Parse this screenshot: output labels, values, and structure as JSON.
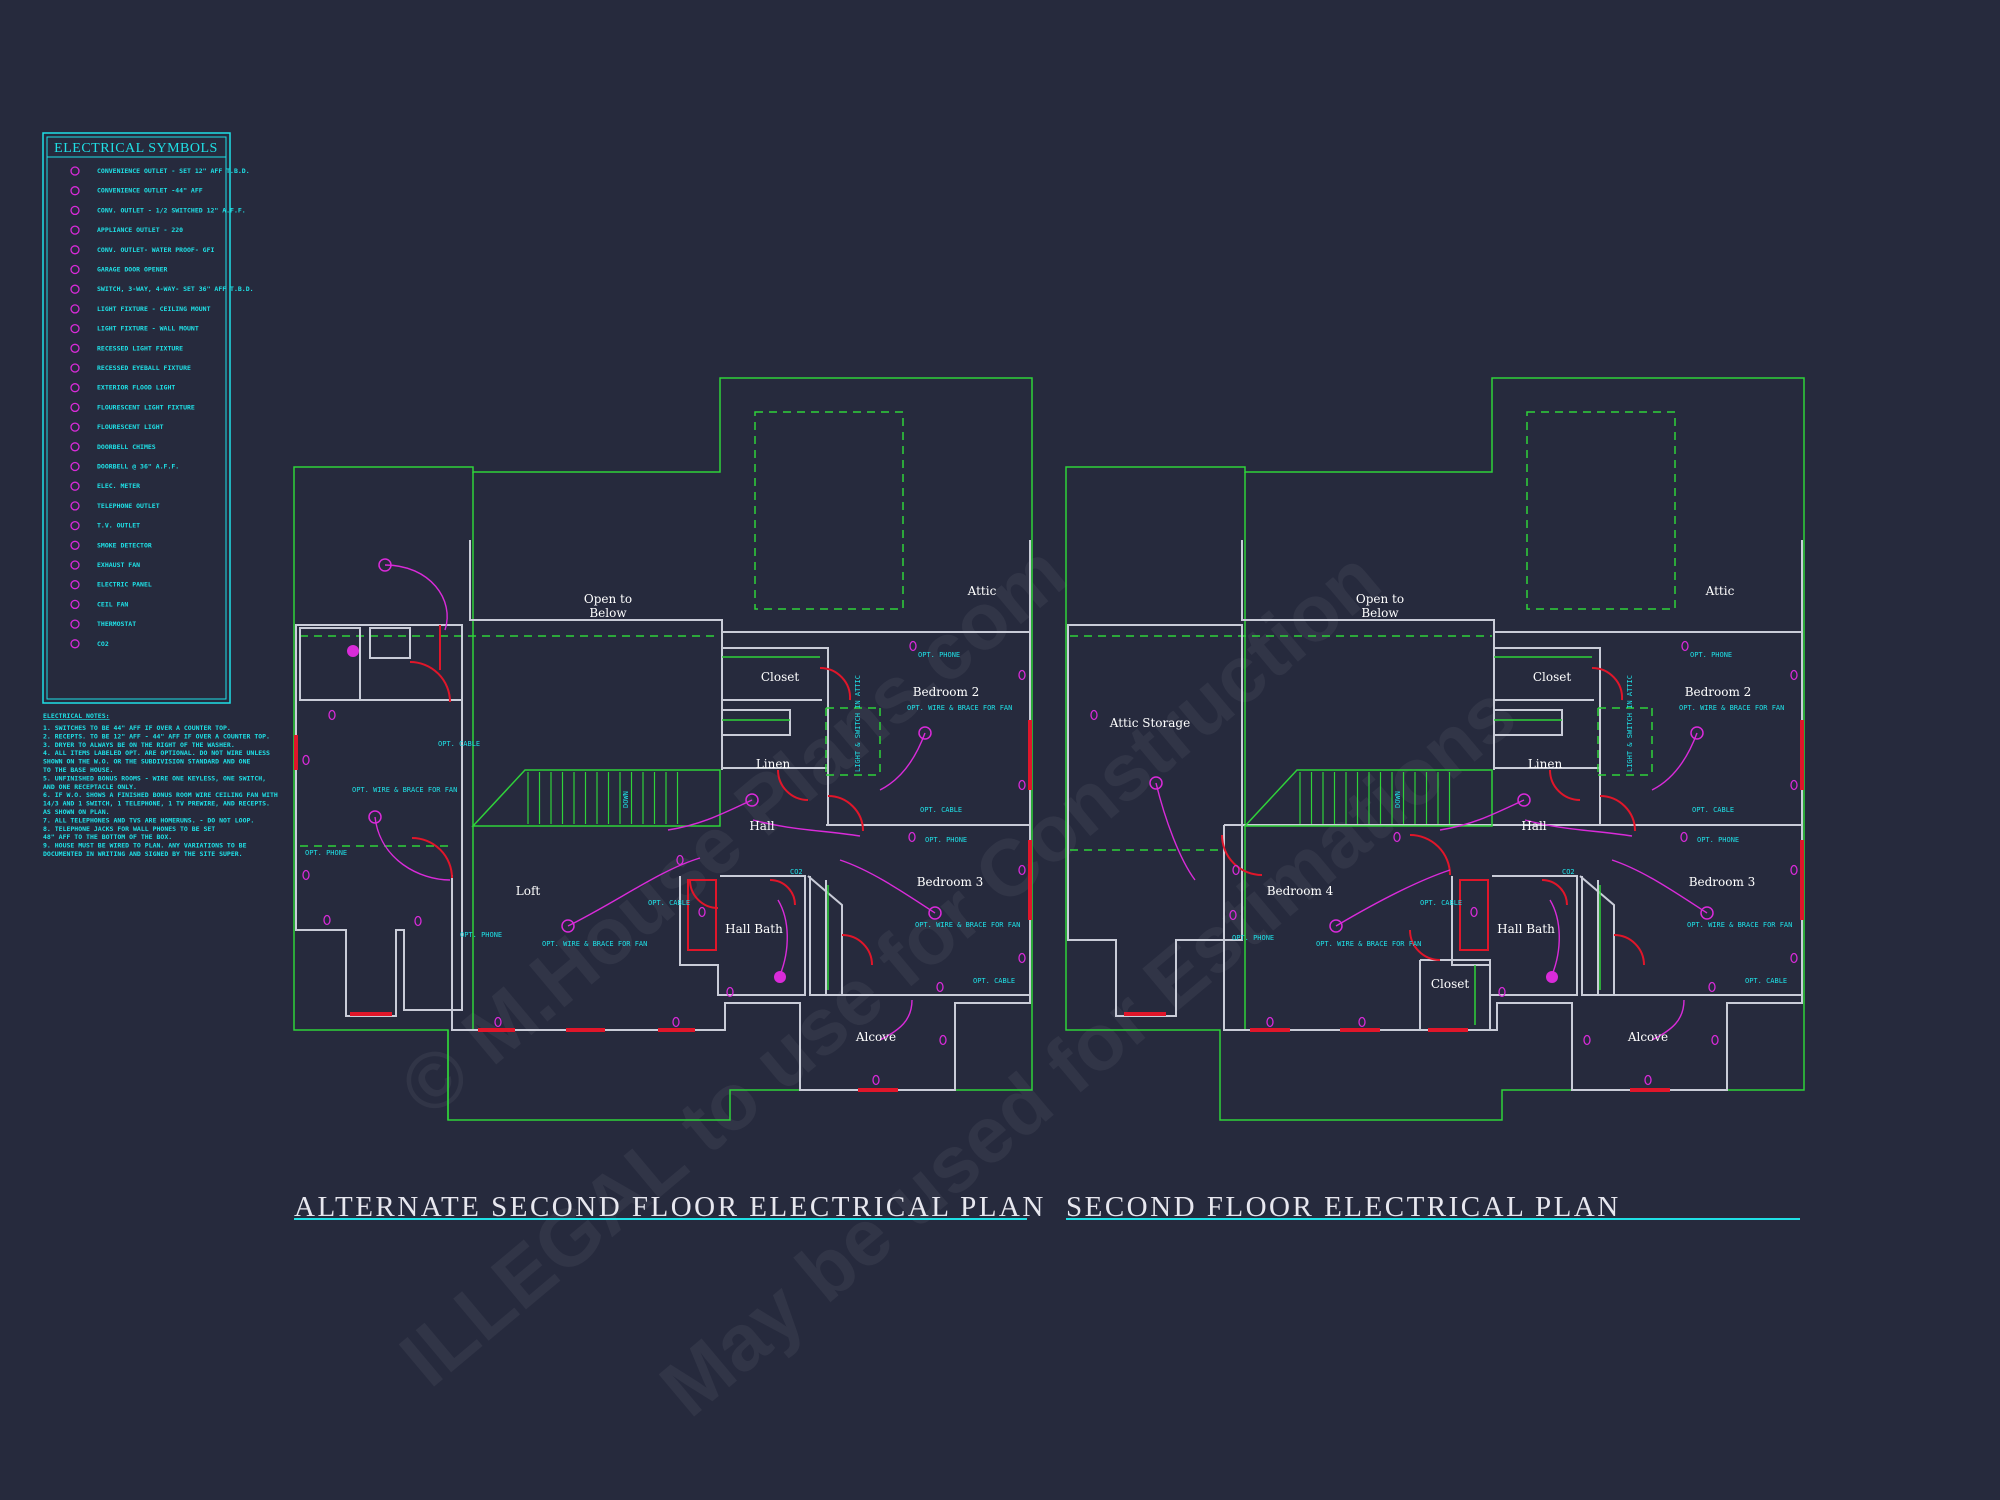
{
  "colors": {
    "background": "#262a3d",
    "cyan": "#1fe0e6",
    "green": "#2fd23a",
    "magenta": "#d92bd9",
    "red": "#e0162a",
    "wall": "#c9ccd8"
  },
  "legend": {
    "title": "ELECTRICAL SYMBOLS",
    "items": [
      "CONVENIENCE OUTLET - SET 12\" AFF T.B.D.",
      "CONVENIENCE OUTLET -44\" AFF",
      "CONV. OUTLET - 1/2 SWITCHED 12\" A.F.F.",
      "APPLIANCE OUTLET - 220",
      "CONV. OUTLET- WATER PROOF- GFI",
      "GARAGE DOOR OPENER",
      "SWITCH, 3-WAY, 4-WAY- SET 36\" AFF T.B.D.",
      "LIGHT FIXTURE - CEILING MOUNT",
      "LIGHT FIXTURE - WALL MOUNT",
      "RECESSED LIGHT FIXTURE",
      "RECESSED EYEBALL FIXTURE",
      "EXTERIOR FLOOD LIGHT",
      "FLOURESCENT LIGHT FIXTURE",
      "FLOURESCENT LIGHT",
      "DOORBELL CHIMES",
      "DOORBELL @ 36\" A.F.F.",
      "ELEC. METER",
      "TELEPHONE OUTLET",
      "T.V. OUTLET",
      "SMOKE DETECTOR",
      "EXHAUST FAN",
      "ELECTRIC PANEL",
      "CEIL FAN",
      "THERMOSTAT",
      "CO2"
    ]
  },
  "notes": {
    "title": "ELECTRICAL NOTES:",
    "lines": [
      "1.  SWITCHES TO BE 44\" AFF IF OVER A COUNTER TOP.",
      "2.  RECEPTS. TO BE 12\" AFF - 44\" AFF IF OVER A COUNTER TOP.",
      "3.  DRYER TO ALWAYS BE ON THE RIGHT OF THE WASHER.",
      "4.  ALL ITEMS LABELED OPT. ARE OPTIONAL.  DO NOT WIRE UNLESS",
      "    SHOWN ON THE W.O. OR THE SUBDIVISION STANDARD AND ONE",
      "    TO THE BASE HOUSE.",
      "5.  UNFINISHED BONUS ROOMS - WIRE ONE KEYLESS, ONE SWITCH,",
      "    AND ONE RECEPTACLE ONLY.",
      "6.  IF W.O. SHOWS A FINISHED BONUS ROOM WIRE CEILING FAN WITH",
      "    14/3 AND 1 SWITCH, 1 TELEPHONE, 1 TV PREWIRE, AND RECEPTS.",
      "    AS SHOWN ON PLAN.",
      "7.  ALL TELEPHONES AND TVS ARE HOMERUNS. - DO NOT LOOP.",
      "8.  TELEPHONE JACKS FOR WALL PHONES TO BE SET",
      "    48\" AFF TO THE BOTTOM OF THE BOX.",
      "9.  HOUSE MUST BE WIRED TO PLAN.  ANY VARIATIONS TO BE",
      "    DOCUMENTED IN WRITING AND SIGNED BY THE SITE SUPER."
    ]
  },
  "watermark": {
    "line1": "© M.House Plans.com",
    "line2": "ILLEGAL to use for Construction",
    "line3": "May be used for Estimations"
  },
  "plan_left": {
    "title": "ALTERNATE SECOND FLOOR ELECTRICAL PLAN",
    "rooms": {
      "open_below_1": "Open to",
      "open_below_2": "Below",
      "attic": "Attic",
      "closet": "Closet",
      "bedroom2": "Bedroom 2",
      "linen": "Linen",
      "hall": "Hall",
      "loft": "Loft",
      "hall_bath": "Hall Bath",
      "bedroom3": "Bedroom 3",
      "alcove": "Alcove"
    },
    "labels": {
      "opt_phone": "OPT. PHONE",
      "opt_cable": "OPT. CABLE",
      "opt_fan": "OPT. WIRE & BRACE FOR FAN",
      "light_switch": "LIGHT & SWITCH IN ATTIC",
      "down": "DOWN",
      "co2": "CO2"
    }
  },
  "plan_right": {
    "title": "SECOND FLOOR ELECTRICAL PLAN",
    "rooms": {
      "open_below_1": "Open to",
      "open_below_2": "Below",
      "attic": "Attic",
      "attic_storage": "Attic Storage",
      "closet": "Closet",
      "bedroom2": "Bedroom 2",
      "linen": "Linen",
      "hall": "Hall",
      "bedroom4": "Bedroom 4",
      "hall_bath": "Hall Bath",
      "closet2": "Closet",
      "bedroom3": "Bedroom 3",
      "alcove": "Alcove"
    },
    "labels": {
      "opt_phone": "OPT. PHONE",
      "opt_cable": "OPT. CABLE",
      "opt_fan": "OPT. WIRE & BRACE FOR FAN",
      "light_switch": "LIGHT & SWITCH IN ATTIC",
      "down": "DOWN",
      "co2": "CO2"
    }
  }
}
